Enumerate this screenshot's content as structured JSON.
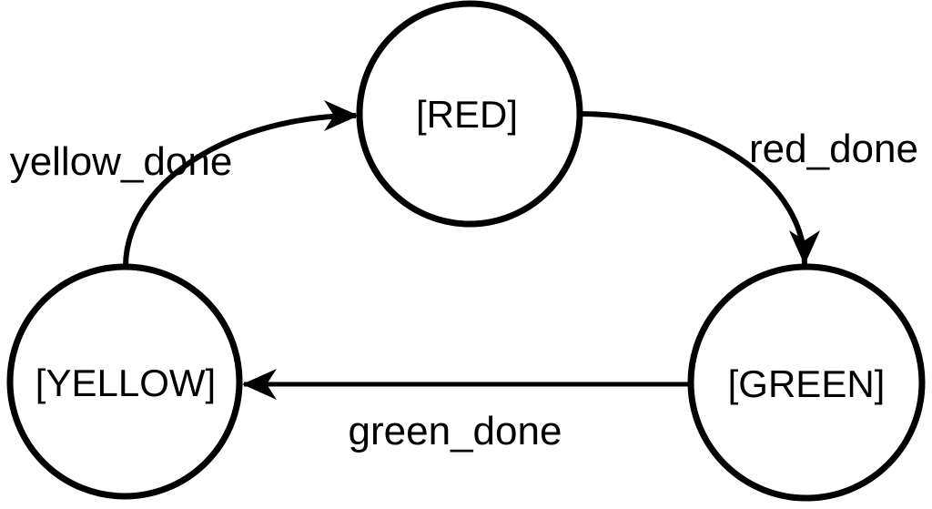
{
  "colors": {
    "line": "#000000",
    "text": "#000000",
    "background": "#ffffff"
  },
  "diagram": {
    "states": [
      {
        "id": "red",
        "label": "[RED]"
      },
      {
        "id": "yellow",
        "label": "[YELLOW]"
      },
      {
        "id": "green",
        "label": "[GREEN]"
      }
    ],
    "transitions": [
      {
        "id": "yellow_done",
        "label": "yellow_done",
        "from": "[YELLOW]",
        "to": "[RED]"
      },
      {
        "id": "red_done",
        "label": "red_done",
        "from": "[RED]",
        "to": "[GREEN]"
      },
      {
        "id": "green_done",
        "label": "green_done",
        "from": "[GREEN]",
        "to": "[YELLOW]"
      }
    ]
  }
}
